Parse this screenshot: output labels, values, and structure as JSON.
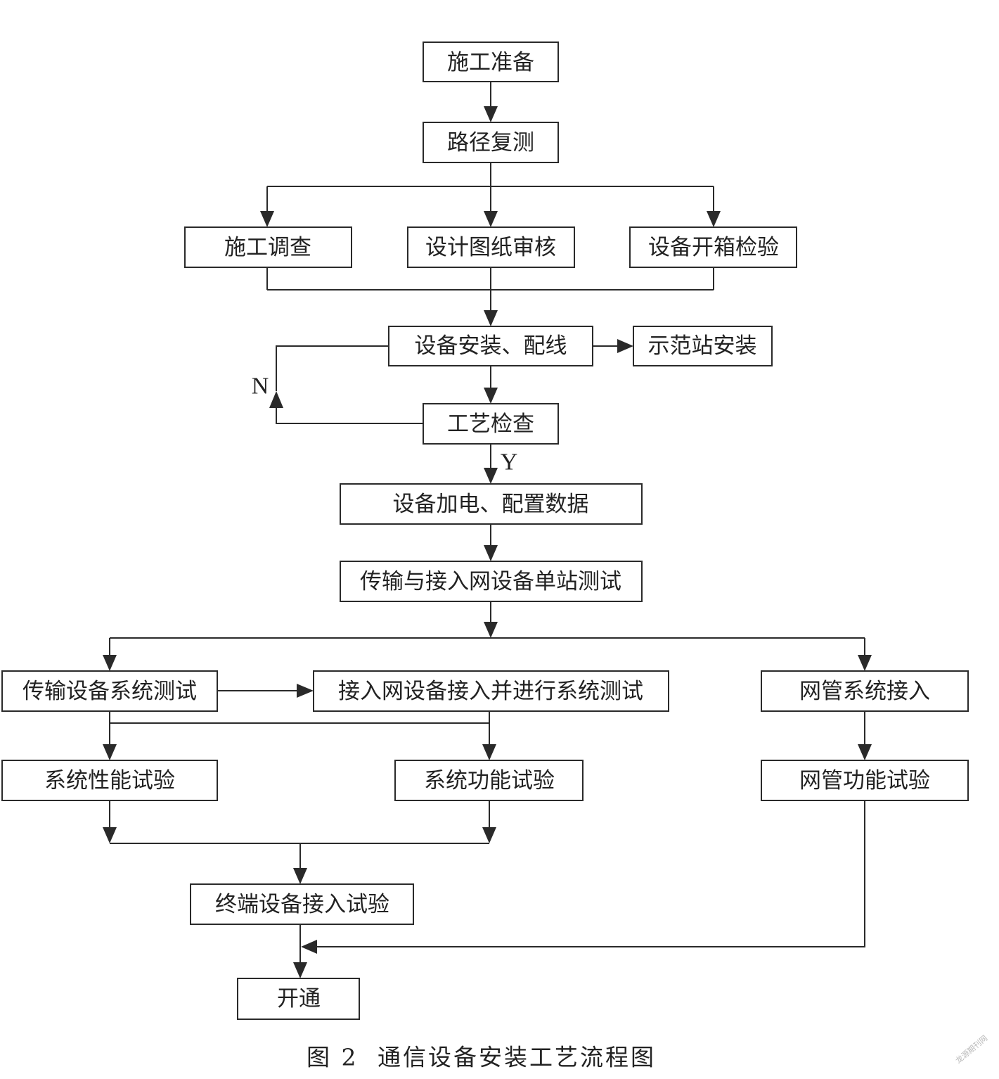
{
  "nodes": {
    "prep": "施工准备",
    "route_survey": "路径复测",
    "site_survey": "施工调查",
    "design_review": "设计图纸审核",
    "unpack_inspect": "设备开箱检验",
    "install_wiring": "设备安装、配线",
    "demo_station": "示范站安装",
    "craft_check": "工艺检查",
    "power_config": "设备加电、配置数据",
    "single_station_test": "传输与接入网设备单站测试",
    "transmission_system_test": "传输设备系统测试",
    "access_network_test": "接入网设备接入并进行系统测试",
    "nms_access": "网管系统接入",
    "performance_test": "系统性能试验",
    "function_test": "系统功能试验",
    "nms_function_test": "网管功能试验",
    "terminal_test": "终端设备接入试验",
    "open": "开通"
  },
  "edge_labels": {
    "no": "N",
    "yes": "Y"
  },
  "caption": {
    "figure": "图 2",
    "title": "通信设备安装工艺流程图"
  },
  "watermark": "龙源期刊网"
}
